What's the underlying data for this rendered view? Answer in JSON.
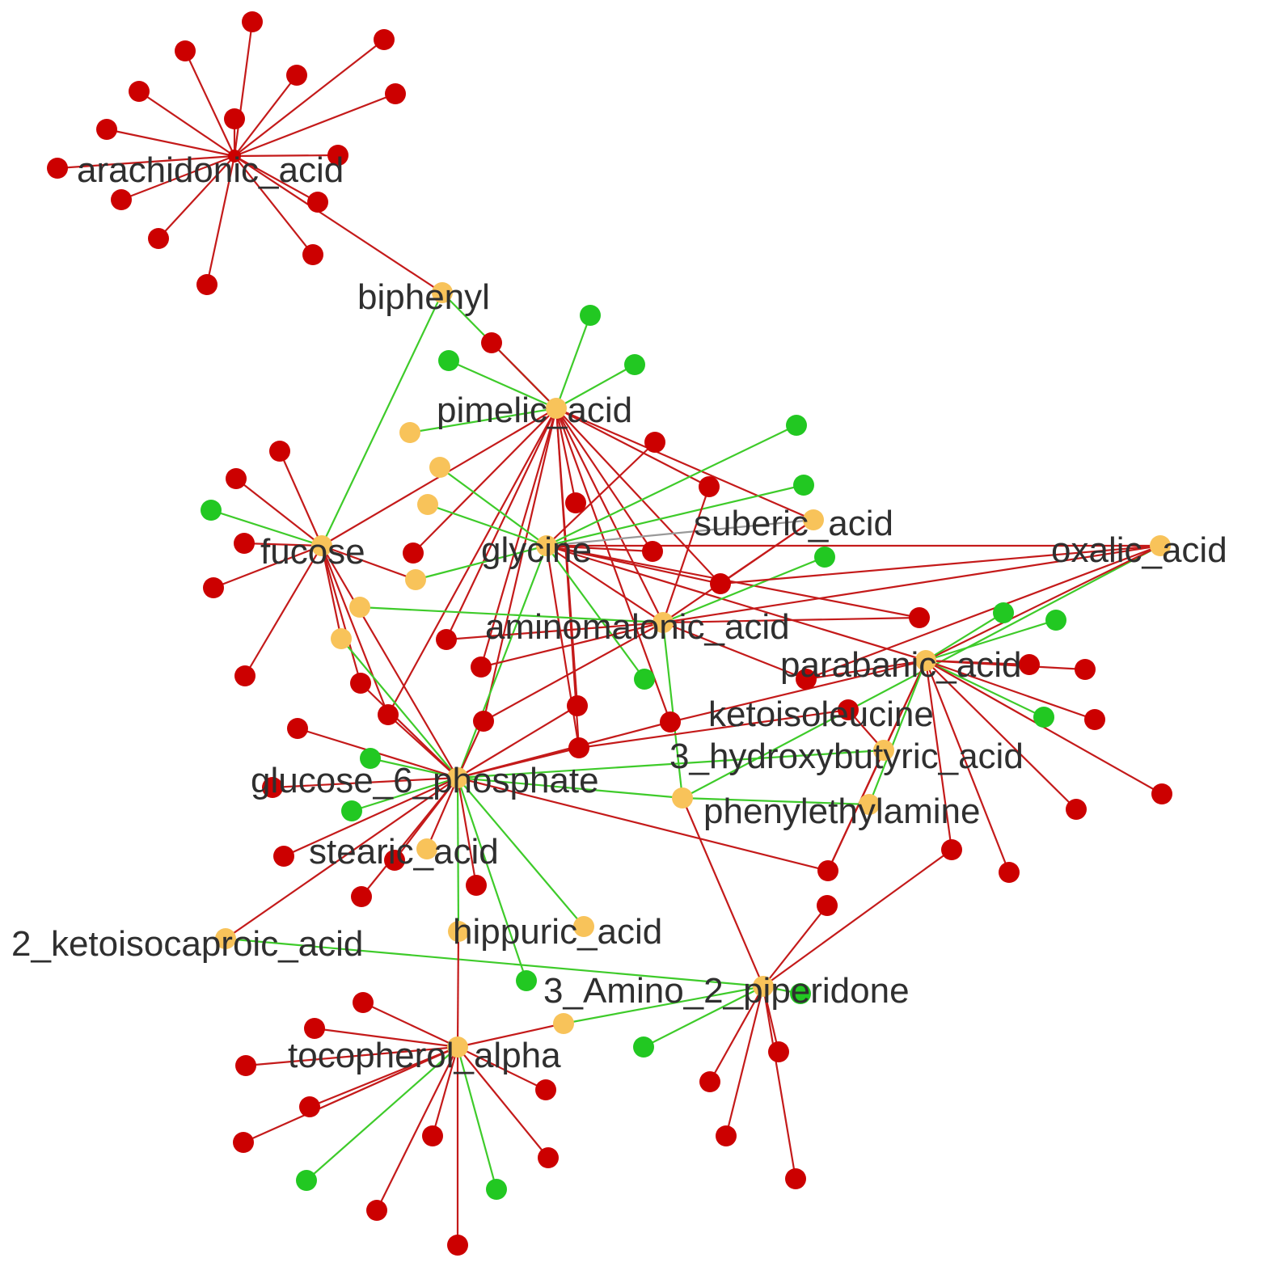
{
  "colors": {
    "red": "#cc0000",
    "green": "#22c822",
    "orange": "#f8c35a",
    "red_edge": "#c41a1a",
    "green_edge": "#3ecb2a",
    "gray_edge": "#999999",
    "label": "#2f2f2f",
    "background": "#ffffff"
  },
  "hubs": {
    "arachidonic_acid": "arachidonic_acid",
    "biphenyl": "biphenyl",
    "pimelic_acid": "pimelic_acid",
    "fucose": "fucose",
    "glycine": "glycine",
    "suberic_acid": "suberic_acid",
    "oxalic_acid": "oxalic_acid",
    "aminomalonic_acid": "aminomalonic_acid",
    "parabanic_acid": "parabanic_acid",
    "ketoisoleucine": "ketoisoleucine",
    "hydroxybutyric_acid": "3_hydroxybutyric_acid",
    "glucose_6_phosphate": "glucose_6_phosphate",
    "phenylethylamine": "phenylethylamine",
    "stearic_acid": "stearic_acid",
    "hippuric_acid": "hippuric_acid",
    "ketoisocaproic_acid": "2_ketoisocaproic_acid",
    "amino_piperidone": "3_Amino_2_piperidone",
    "tocopherol_alpha": "tocopherol_alpha"
  }
}
